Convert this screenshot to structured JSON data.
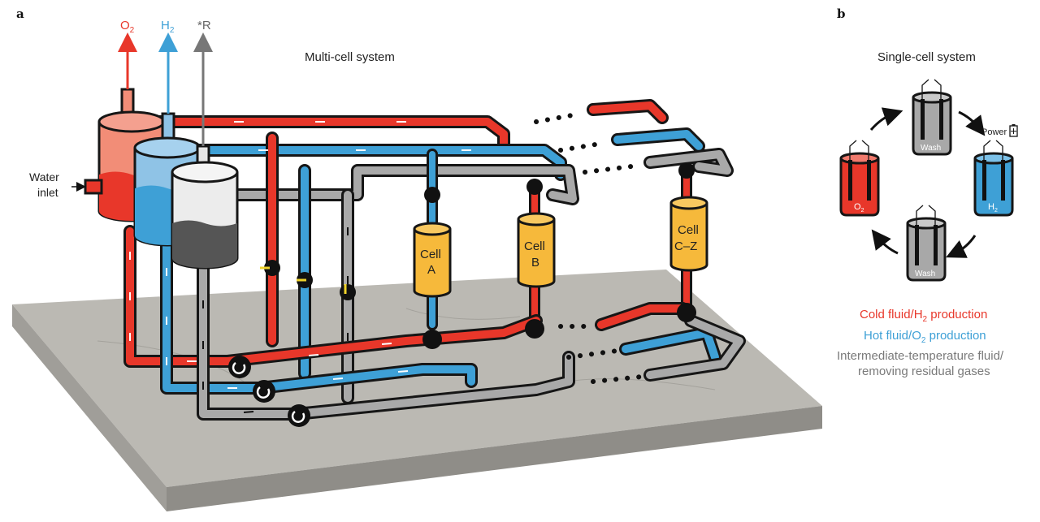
{
  "panels": {
    "a": "a",
    "b": "b"
  },
  "panel_a": {
    "title": "Multi-cell system",
    "outlets": {
      "o2": "O",
      "o2_sub": "2",
      "h2": "H",
      "h2_sub": "2",
      "r": "*R"
    },
    "water_inlet": [
      "Water",
      "inlet"
    ],
    "cells": [
      {
        "line1": "Cell",
        "line2": "A"
      },
      {
        "line1": "Cell",
        "line2": "B"
      },
      {
        "line1": "Cell",
        "line2": "C–Z"
      }
    ]
  },
  "panel_b": {
    "title": "Single-cell system",
    "power": "Power",
    "wash": "Wash",
    "o2": "O",
    "o2_sub": "2",
    "h2": "H",
    "h2_sub": "2"
  },
  "legend": {
    "cold_pre": "Cold fluid/H",
    "cold_sub": "2",
    "cold_post": " production",
    "hot_pre": "Hot fluid/O",
    "hot_sub": "2",
    "hot_post": " production",
    "inter_1": "Intermediate-temperature fluid/",
    "inter_2": "removing residual gases"
  },
  "colors": {
    "cold": "#e8372a",
    "hot": "#3ea0d6",
    "intermediate": "#a9a9a9",
    "cell": "#f6b93b",
    "concrete": "#b9b7b1",
    "outline": "#161616"
  }
}
